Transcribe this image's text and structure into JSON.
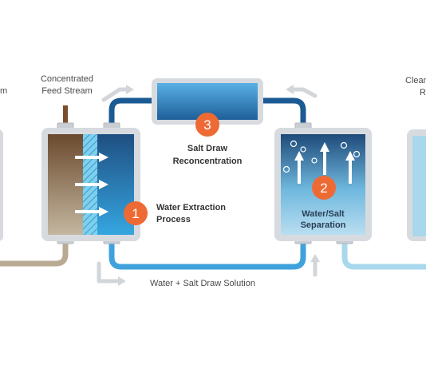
{
  "labels": {
    "left_cut": "m",
    "concentrated_line1": "Concentrated",
    "concentrated_line2": "Feed Stream",
    "clean_line1": "Clean",
    "clean_line2": "R",
    "salt_draw_line1": "Salt Draw",
    "salt_draw_line2": "Reconcentration",
    "water_extraction_line1": "Water Extraction",
    "water_extraction_line2": "Process",
    "separation_line1": "Water/Salt",
    "separation_line2": "Separation",
    "loop_label": "Water + Salt Draw Solution"
  },
  "badges": {
    "one": "1",
    "two": "2",
    "three": "3"
  },
  "colors": {
    "badge": "#ee6a35",
    "brown_pipe": "#b9aa93",
    "dark_blue_pipe": "#1b5a93",
    "light_blue_pipe": "#3fa2dc",
    "clean_pipe": "#a9d8ec",
    "arrow_gray": "#d2d6da"
  }
}
